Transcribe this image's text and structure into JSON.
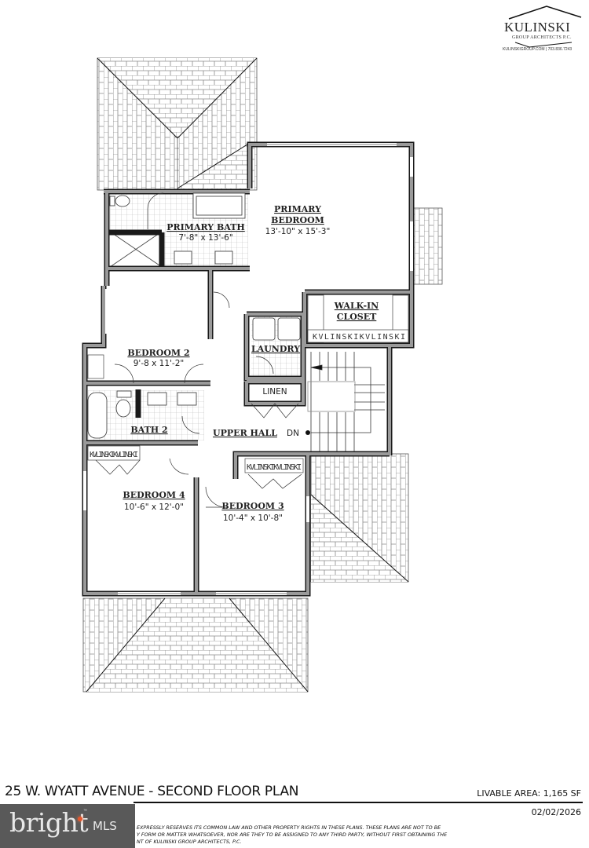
{
  "logo": {
    "name": "KULINSKI",
    "subtitle": "GROUP ARCHITECTS P.C.",
    "contact": "KULINSKIGROUP.COM | 703.836.7243"
  },
  "plan": {
    "rooms": [
      {
        "id": "primary-bedroom",
        "label_line1": "PRIMARY",
        "label_line2": "BEDROOM",
        "dimensions": "13'-10\" x 15'-3\""
      },
      {
        "id": "primary-bath",
        "label": "PRIMARY BATH",
        "dimensions": "7'-8\" x 13'-6\""
      },
      {
        "id": "walk-in-closet",
        "label_line1": "WALK-IN",
        "label_line2": "CLOSET"
      },
      {
        "id": "bedroom-2",
        "label": "BEDROOM 2",
        "dimensions": "9'-8 x 11'-2\""
      },
      {
        "id": "laundry",
        "label": "LAUNDRY"
      },
      {
        "id": "linen",
        "label": "LINEN"
      },
      {
        "id": "bath-2",
        "label": "BATH 2"
      },
      {
        "id": "upper-hall",
        "label": "UPPER HALL"
      },
      {
        "id": "bedroom-4",
        "label": "BEDROOM 4",
        "dimensions": "10'-6\" x 12'-0\""
      },
      {
        "id": "bedroom-3",
        "label": "BEDROOM 3",
        "dimensions": "10'-4\" x 10'-8\""
      }
    ],
    "stair_label": "DN",
    "closet_text": "KVLINSKIKVLINSKI"
  },
  "footer": {
    "title": "25 W. WYATT AVENUE - SECOND FLOOR PLAN",
    "livable_area": "LIVABLE AREA: 1,165 SF",
    "date": "02/02/2026",
    "disclaimer": [
      "EXPRESSLY RESERVES ITS COMMON LAW AND OTHER PROPERTY RIGHTS IN THESE PLANS. THESE PLANS ARE NOT TO BE",
      "Y FORM OR MATTER WHATSOEVER, NOR ARE THEY TO BE ASSIGNED TO ANY THIRD PARTY, WITHOUT FIRST OBTAINING THE",
      "NT OF KULINSKI GROUP ARCHITECTS, P.C."
    ]
  },
  "watermark": {
    "brand": "bright",
    "suffix": "MLS",
    "tm": "™"
  },
  "colors": {
    "wall_fill": "#9a9a9a",
    "wall_stroke": "#1a1a1a",
    "roof_line": "#8a8a8a",
    "watermark_bg": "#595959",
    "watermark_accent": "#e4572e"
  }
}
